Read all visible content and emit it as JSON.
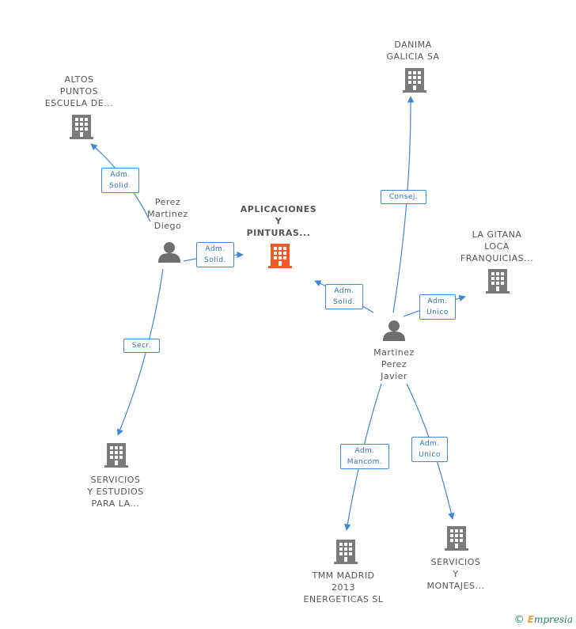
{
  "colors": {
    "edge": "#3f85d9",
    "building": "#7a7a7a",
    "focus_building": "#f05a28",
    "person": "#6e6e6e"
  },
  "nodes": {
    "focus": {
      "lines": [
        "APLICACIONES",
        "Y",
        "PINTURAS..."
      ],
      "icon": "building-icon"
    },
    "altos": {
      "lines": [
        "ALTOS",
        "PUNTOS",
        "ESCUELA DE..."
      ],
      "icon": "building-icon"
    },
    "danima": {
      "lines": [
        "DANIMA",
        "GALICIA SA"
      ],
      "icon": "building-icon"
    },
    "gitana": {
      "lines": [
        "LA GITANA",
        "LOCA",
        "FRANQUICIAS..."
      ],
      "icon": "building-icon"
    },
    "servicios_estudios": {
      "lines": [
        "SERVICIOS",
        "Y ESTUDIOS",
        "PARA LA..."
      ],
      "icon": "building-icon"
    },
    "tmm": {
      "lines": [
        "TMM MADRID",
        "2013",
        "ENERGETICAS SL"
      ],
      "icon": "building-icon"
    },
    "servicios_montajes": {
      "lines": [
        "SERVICIOS",
        "Y",
        "MONTAJES..."
      ],
      "icon": "building-icon"
    },
    "perez": {
      "lines": [
        "Perez",
        "Martinez",
        "Diego"
      ],
      "icon": "person-icon"
    },
    "martinez": {
      "lines": [
        "Martinez",
        "Perez",
        "Javier"
      ],
      "icon": "person-icon"
    }
  },
  "edges": {
    "perez_altos": [
      "Adm.",
      "Solid."
    ],
    "perez_focus": [
      "Adm.",
      "Solid."
    ],
    "perez_servicios": [
      "Secr."
    ],
    "martinez_danima": [
      "Consej."
    ],
    "martinez_focus": [
      "Adm.",
      "Solid."
    ],
    "martinez_gitana": [
      "Adm.",
      "Unico"
    ],
    "martinez_tmm": [
      "Adm.",
      "Mancom."
    ],
    "martinez_montajes": [
      "Adm.",
      "Unico"
    ]
  },
  "footer": {
    "copyright": "©",
    "brand_first": "E",
    "brand_rest": "mpresia"
  }
}
